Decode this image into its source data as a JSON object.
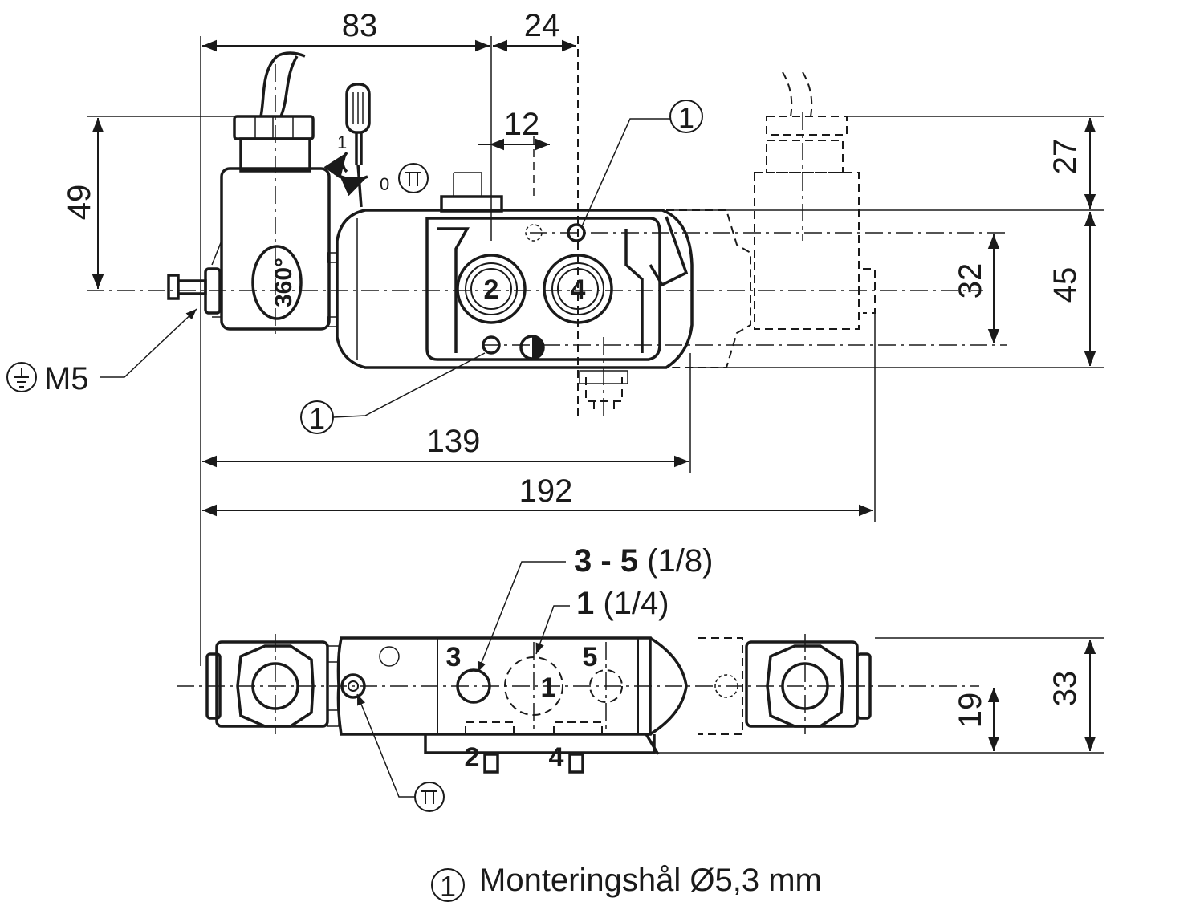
{
  "dimensions": {
    "d83": "83",
    "d24": "24",
    "d12": "12",
    "d49": "49",
    "d27": "27",
    "d45": "45",
    "d32": "32",
    "d139": "139",
    "d192": "192",
    "d33": "33",
    "d19": "19"
  },
  "callouts": {
    "mounting_hole_marker": "1",
    "ground_label": "M5",
    "screwdriver_pos1": "1",
    "screwdriver_pos0": "0",
    "rotation": "360°"
  },
  "ports": {
    "top_port_2": "2",
    "top_port_4": "4",
    "bottom_port_3": "3",
    "bottom_port_1": "1",
    "bottom_port_5": "5",
    "bottom_port_2": "2",
    "bottom_port_4": "4",
    "port_35_bold": "3 - 5",
    "port_35_thread": "(1/8)",
    "port_1_bold": "1",
    "port_1_thread": "(1/4)"
  },
  "legend": {
    "marker": "1",
    "text": "Monteringshål Ø5,3 mm"
  }
}
